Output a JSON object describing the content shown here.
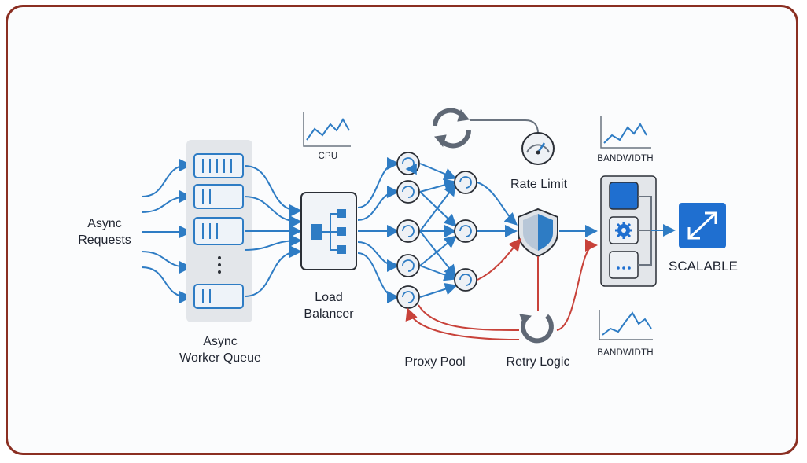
{
  "labels": {
    "requests_line1": "Async",
    "requests_line2": "Requests",
    "worker_line1": "Async",
    "worker_line2": "Worker Queue",
    "lb_line1": "Load",
    "lb_line2": "Balancer",
    "cpu": "CPU",
    "proxy_pool": "Proxy Pool",
    "rate_limit": "Rate Limit",
    "retry_logic": "Retry Logic",
    "bandwidth_top": "BANDWIDTH",
    "bandwidth_bottom": "BANDWIDTH",
    "scalable": "SCALABLE"
  },
  "colors": {
    "border": "#8b2f22",
    "flow_blue": "#2e7cc4",
    "retry_red": "#c8423a",
    "gray_line": "#6b7480",
    "accent_blue": "#1f6fd0"
  },
  "icons": [
    "queue-slot-icon",
    "hierarchy-icon",
    "proxy-node-icon",
    "refresh-cycle-icon",
    "gauge-icon",
    "shield-icon",
    "gear-icon",
    "ellipsis-icon",
    "expand-icon",
    "retry-loop-icon",
    "line-chart-icon"
  ]
}
